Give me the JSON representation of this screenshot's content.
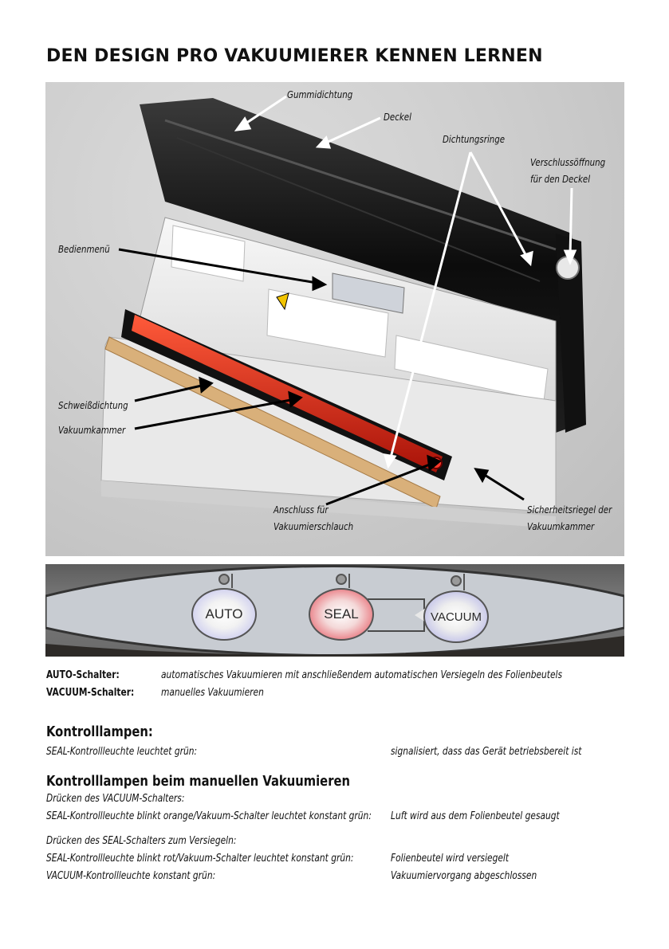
{
  "title": "DEN DESIGN PRO VAKUUMIERER KENNEN LERNEN",
  "callouts": {
    "gummidichtung": "Gummidichtung",
    "deckel": "Deckel",
    "dichtungsringe": "Dichtungsringe",
    "verschluss_1": "Verschlussöffnung",
    "verschluss_2": "für den Deckel",
    "bedienmenue": "Bedienmenü",
    "schweissdichtung": "Schweißdichtung",
    "vakuumkammer": "Vakuumkammer",
    "anschluss_1": "Anschluss für",
    "anschluss_2": "Vakuumierschlauch",
    "sicherheit_1": "Sicherheitsriegel der",
    "sicherheit_2": "Vakuumkammer"
  },
  "panel": {
    "auto": "AUTO",
    "seal": "SEAL",
    "vacuum": "VACUUM"
  },
  "switches": [
    {
      "key": "AUTO-Schalter:",
      "value": "automatisches Vakuumieren mit anschließendem automatischen Versiegeln des Folienbeutels"
    },
    {
      "key": "VACUUM-Schalter:",
      "value": "manuelles Vakuumieren"
    }
  ],
  "kontroll": {
    "heading": "Kontrolllampen:",
    "row_left": "SEAL-Kontrollleuchte leuchtet grün:",
    "row_right": "signalisiert, dass das Gerät betriebsbereit ist"
  },
  "manuell": {
    "heading": "Kontrolllampen beim manuellen Vakuumieren",
    "line1": "Drücken des VACUUM-Schalters:",
    "row1_left": "SEAL-Kontrollleuchte blinkt orange/Vakuum-Schalter leuchtet konstant grün:",
    "row1_right": "Luft wird aus dem Folienbeutel gesaugt",
    "line2": "Drücken des SEAL-Schalters zum Versiegeln:",
    "row2_left": "SEAL-Kontrollleuchte blinkt rot/Vakuum-Schalter leuchtet konstant grün:",
    "row2_right": "Folienbeutel wird versiegelt",
    "row3_left": "VACUUM-Kontrollleuchte konstant grün:",
    "row3_right": "Vakuumiervorgang abgeschlossen"
  }
}
